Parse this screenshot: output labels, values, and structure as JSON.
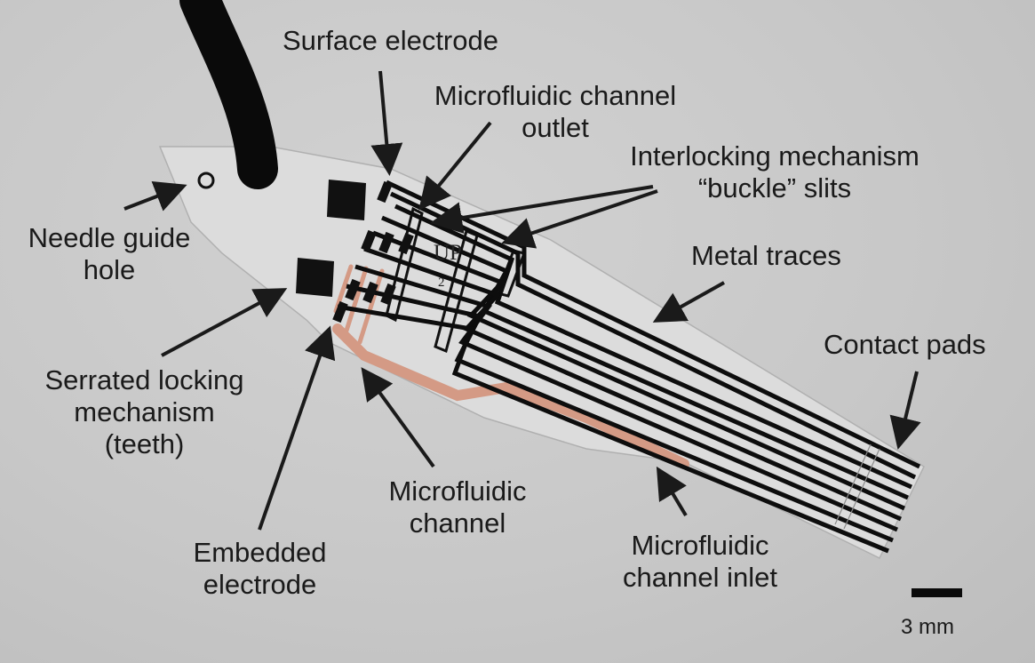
{
  "labels": {
    "surface_electrode": "Surface electrode",
    "microfluidic_outlet": "Microfluidic channel\noutlet",
    "interlocking": "Interlocking mechanism\n“buckle” slits",
    "needle_guide": "Needle guide\nhole",
    "metal_traces": "Metal traces",
    "contact_pads": "Contact pads",
    "serrated": "Serrated locking\nmechanism\n(teeth)",
    "microfluidic_channel": "Microfluidic\nchannel",
    "microfluidic_inlet": "Microfluidic\nchannel inlet",
    "embedded_electrode": "Embedded\nelectrode"
  },
  "scale_bar": {
    "label": "3 mm"
  },
  "device_marking": {
    "main": "UP",
    "sub": "2"
  },
  "colors": {
    "background": "#c9c9c9",
    "substrate": "#dedede",
    "traces": "#0d0d0d",
    "channel": "#d49a85",
    "text": "#1a1a1a"
  }
}
